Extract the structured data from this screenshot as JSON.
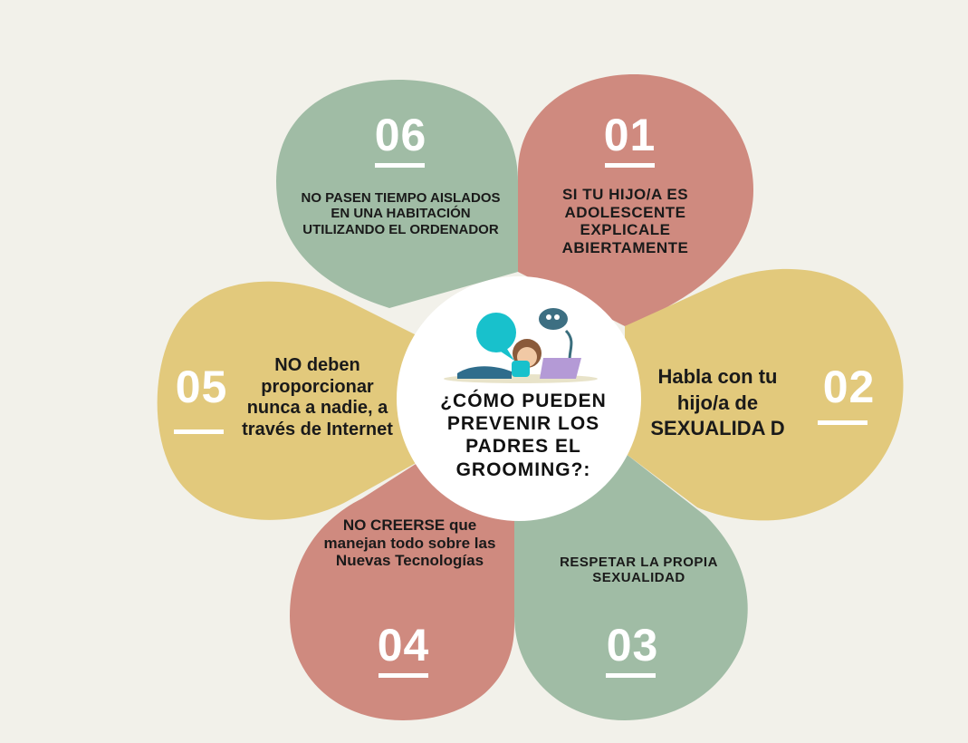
{
  "center": {
    "title": "¿CÓMO PUEDEN PREVENIR LOS PADRES EL GROOMING?:"
  },
  "petals": [
    {
      "id": "01",
      "number": "01",
      "text": "SI TU HIJO/A ES ADOLESCENTE EXPLICALE ABIERTAMENTE",
      "color": "#cf8a7f"
    },
    {
      "id": "02",
      "number": "02",
      "text": "Habla con tu hijo/a de SEXUALIDA D",
      "color": "#e2c97c"
    },
    {
      "id": "03",
      "number": "03",
      "text": "RESPETAR LA PROPIA SEXUALIDAD",
      "color": "#a0bca5"
    },
    {
      "id": "04",
      "number": "04",
      "text": "NO CREERSE que manejan todo sobre las Nuevas Tecnologías",
      "color": "#cf8a7f"
    },
    {
      "id": "05",
      "number": "05",
      "text": "NO deben proporcionar nunca a nadie, a través de Internet",
      "color": "#e2c97c"
    },
    {
      "id": "06",
      "number": "06",
      "text": "NO PASEN TIEMPO AISLADOS EN UNA HABITACIÓN UTILIZANDO EL ORDENADOR",
      "color": "#a0bca5"
    }
  ],
  "colors": {
    "background": "#f2f1ea",
    "rose": "#cf8a7f",
    "mustard": "#e2c97c",
    "sage": "#a0bca5",
    "center": "#ffffff"
  },
  "illustration": {
    "icon": "girl-with-laptop-icon",
    "bubble_icon": "speech-bubble-icon",
    "virus_icon": "virus-monster-icon"
  }
}
